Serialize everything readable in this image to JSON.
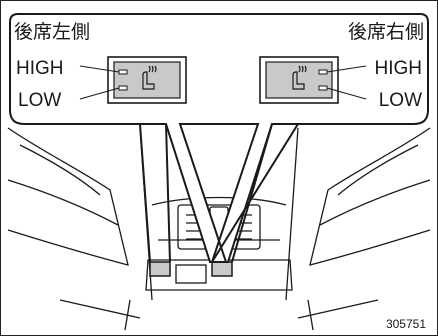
{
  "left_seat": {
    "title": "後席左側",
    "high_label": "HIGH",
    "low_label": "LOW"
  },
  "right_seat": {
    "title": "後席右側",
    "high_label": "HIGH",
    "low_label": "LOW"
  },
  "figure_code": "305751",
  "colors": {
    "line": "#1a1a1a",
    "button_fill": "#c9c9c9",
    "callout_fill": "#ffffff"
  },
  "icons": [
    "seat-heater-icon"
  ]
}
